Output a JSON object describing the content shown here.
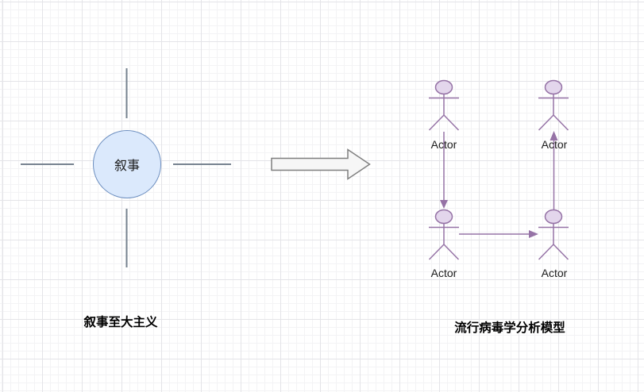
{
  "canvas": {
    "width": "811",
    "height": "494"
  },
  "colors": {
    "grid_minor": "#f3f3f5",
    "grid_major": "#e4e4e8",
    "circle_fill": "#dbe9fc",
    "circle_stroke": "#6c8ebf",
    "cross_line": "#76828f",
    "block_arrow_fill": "#f6f6f6",
    "block_arrow_stroke": "#7f7f7f",
    "actor_stroke": "#9673a6",
    "actor_head_fill": "#e3d6ec",
    "text": "#1c1c1c"
  },
  "diagram": {
    "narrative": {
      "circle_label": "叙事",
      "caption": "叙事至大主义"
    },
    "epidemiology": {
      "caption": "流行病毒学分析模型",
      "actors": [
        {
          "position": "top-left",
          "label": "Actor"
        },
        {
          "position": "top-right",
          "label": "Actor"
        },
        {
          "position": "bottom-left",
          "label": "Actor"
        },
        {
          "position": "bottom-right",
          "label": "Actor"
        }
      ]
    }
  }
}
